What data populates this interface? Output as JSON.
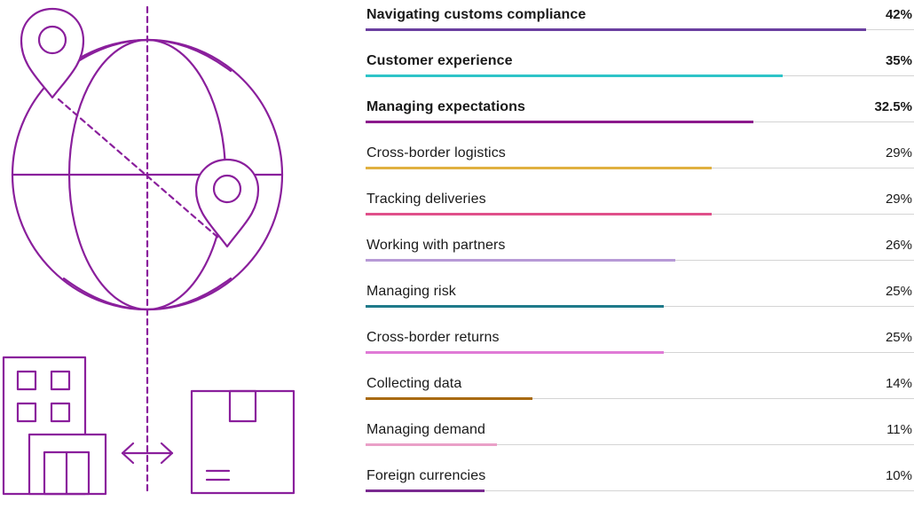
{
  "colors": {
    "illustration_stroke": "#8a1f9c",
    "track": "#d4d4d4"
  },
  "illustration": {
    "icons": [
      "globe-icon",
      "location-pin-icon",
      "building-icon",
      "double-arrow-icon",
      "package-box-icon"
    ]
  },
  "chart_data": {
    "type": "bar",
    "orientation": "horizontal",
    "xlim": [
      0,
      46
    ],
    "unit": "%",
    "categories": [
      "Navigating customs compliance",
      "Customer experience",
      "Managing expectations",
      "Cross-border logistics",
      "Tracking deliveries",
      "Working with partners",
      "Managing risk",
      "Cross-border returns",
      "Collecting data",
      "Managing demand",
      "Foreign currencies"
    ],
    "values": [
      42,
      35,
      32.5,
      29,
      29,
      26,
      25,
      25,
      14,
      11,
      10
    ],
    "value_labels": [
      "42%",
      "35%",
      "32.5%",
      "29%",
      "29%",
      "26%",
      "25%",
      "25%",
      "14%",
      "11%",
      "10%"
    ],
    "bold": [
      true,
      true,
      true,
      false,
      false,
      false,
      false,
      false,
      false,
      false,
      false
    ],
    "colors": [
      "#6b3fa0",
      "#2ec4c8",
      "#8b1a8c",
      "#e0b040",
      "#e0508a",
      "#b79ad6",
      "#1f7a8a",
      "#e07ad6",
      "#a86a10",
      "#eaa0c8",
      "#7a2a90"
    ]
  }
}
